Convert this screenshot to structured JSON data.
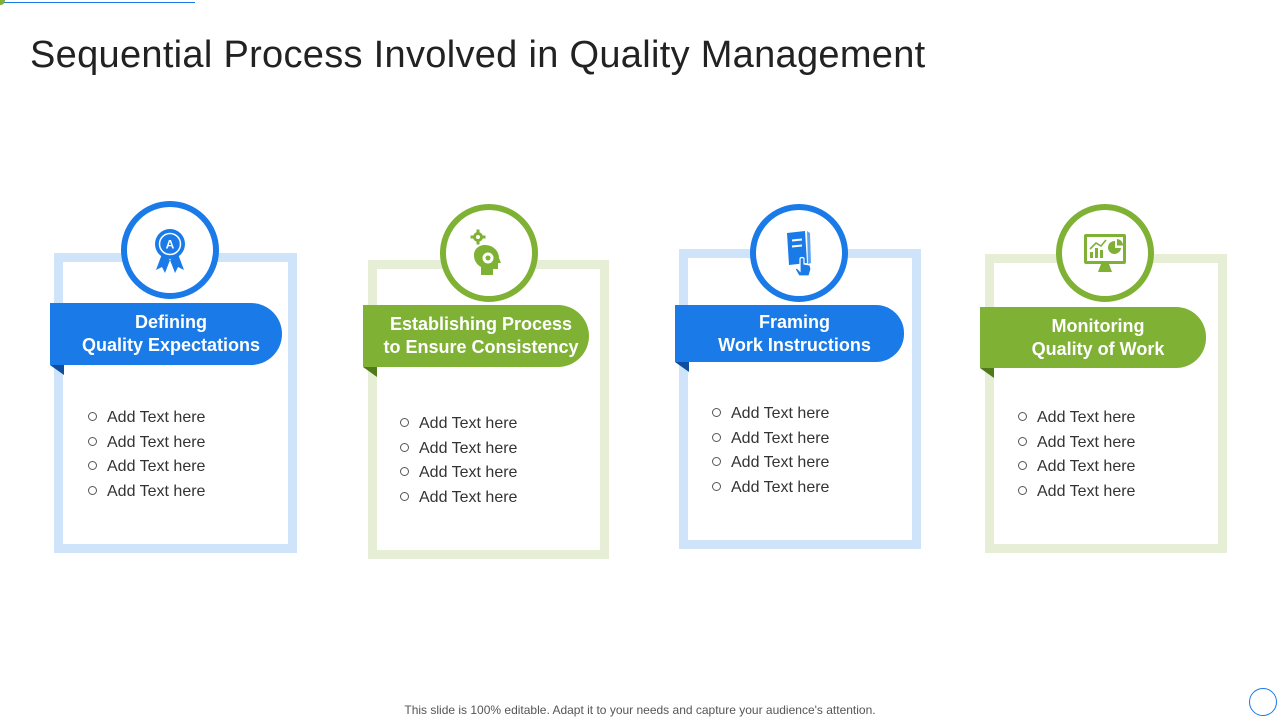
{
  "slide": {
    "title": "Sequential Process Involved in Quality Management",
    "footer": "This slide is 100% editable. Adapt it to your needs and capture your audience's attention."
  },
  "colors": {
    "blue": "#1a7ae8",
    "blue_light": "#cfe3fb",
    "blue_dark": "#0d4f9e",
    "green": "#7fb135",
    "green_light": "#e6efd6",
    "green_dark": "#4f7a1a"
  },
  "steps": [
    {
      "title": "Defining\nQuality Expectations",
      "icon": "award-ribbon-icon",
      "icon_letter": "A",
      "theme": "blue",
      "items": [
        "Add Text here",
        "Add Text here",
        "Add Text here",
        "Add Text here"
      ]
    },
    {
      "title": "Establishing Process\nto Ensure Consistency",
      "icon": "head-gears-icon",
      "theme": "green",
      "items": [
        "Add Text here",
        "Add Text here",
        "Add Text here",
        "Add Text here"
      ]
    },
    {
      "title": "Framing\nWork Instructions",
      "icon": "document-hand-icon",
      "theme": "blue",
      "items": [
        "Add Text here",
        "Add Text here",
        "Add Text here",
        "Add Text here"
      ]
    },
    {
      "title": "Monitoring\nQuality of Work",
      "icon": "monitor-chart-icon",
      "theme": "green",
      "items": [
        "Add Text here",
        "Add Text here",
        "Add Text here",
        "Add Text here"
      ]
    }
  ]
}
